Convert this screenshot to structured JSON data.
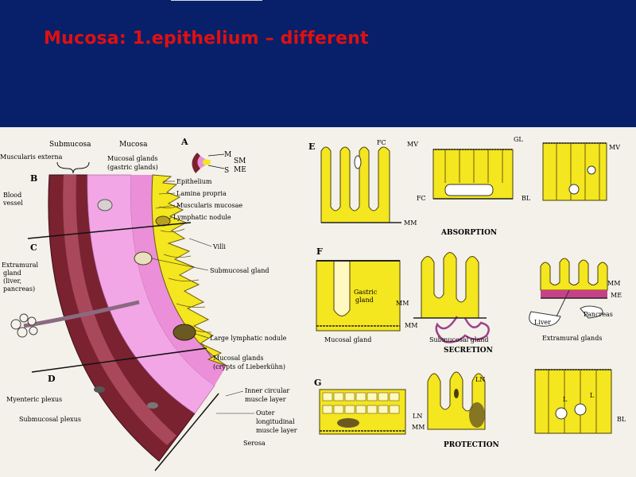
{
  "slide": {
    "title": "Mucosa: 1.epithelium – different"
  },
  "colors": {
    "header_bg": "#08206a",
    "title": "#e01010",
    "mucosa": "#f2a6e6",
    "epithelium": "#f4e61f",
    "muscle": "#7a2230",
    "paper": "#f3f1ea"
  },
  "figure": {
    "left_panel": {
      "letters": {
        "a": "A",
        "b": "B",
        "c": "C",
        "d": "D"
      },
      "top_labels": {
        "submucosa": "Submucosa",
        "mucosa": "Mucosa",
        "muscularis_externa": "Muscularis externa"
      },
      "left_labels": {
        "blood_vessel_1": "Blood",
        "blood_vessel_2": "vessel",
        "extramural_1": "Extramural",
        "extramural_2": "gland",
        "extramural_3": "(liver,",
        "extramural_4": "pancreas)",
        "myenteric": "Myenteric plexus",
        "submucosal_plexus": "Submucosal plexus"
      },
      "right_labels": {
        "mucosal_glands_1": "Mucosal glands",
        "mucosal_glands_2": "(gastric glands)",
        "epithelium": "Epithelium",
        "lamina_propria": "Lamina propria",
        "muscularis_mucosae": "Muscularis mucosae",
        "lymphatic_nodule": "Lymphatic nodule",
        "villi": "Villi",
        "submucosal_gland": "Submucosal gland",
        "large_lymphatic_nodule": "Large lymphatic nodule",
        "crypts_1": "Mucosal glands",
        "crypts_2": "(crypts of Lieberkühn)",
        "inner_circular_1": "Inner circular",
        "inner_circular_2": "muscle layer",
        "outer_long_1": "Outer",
        "outer_long_2": "longitudinal",
        "outer_long_3": "muscle layer",
        "serosa": "Serosa"
      },
      "inset_a": {
        "m": "M",
        "sm": "SM",
        "s": "S",
        "me": "ME"
      }
    },
    "right_panel": {
      "rows": {
        "e": "E",
        "f": "F",
        "g": "G"
      },
      "absorption": {
        "fc1": "FC",
        "mv1": "MV",
        "gl": "GL",
        "mv2": "MV",
        "fc2": "FC",
        "bl": "BL",
        "mm": "MM",
        "caption": "ABSORPTION"
      },
      "secretion": {
        "gastric_1": "Gastric",
        "gastric_2": "gland",
        "mm1": "MM",
        "mm2": "MM",
        "mm3": "MM",
        "me": "ME",
        "liver": "Liver",
        "pancreas": "Pancreas",
        "mucosal_gland": "Mucosal gland",
        "submucosal_gland": "Submucosal gland",
        "extramural": "Extramural glands",
        "caption": "SECRETION"
      },
      "protection": {
        "ln1": "LN",
        "ln2": "LN",
        "mm": "MM",
        "l1": "L",
        "l2": "L",
        "bl": "BL",
        "caption": "PROTECTION"
      }
    }
  }
}
